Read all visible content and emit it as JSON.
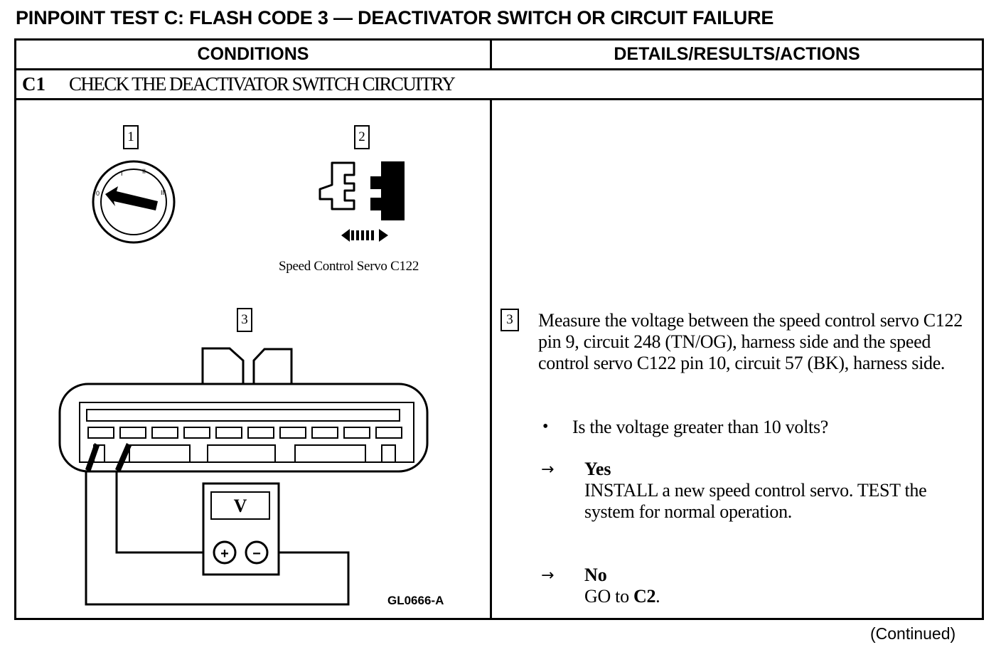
{
  "title": "PINPOINT TEST C:  FLASH CODE 3 — DEACTIVATOR SWITCH OR CIRCUIT FAILURE",
  "table": {
    "col_conditions": "CONDITIONS",
    "col_details": "DETAILS/RESULTS/ACTIONS"
  },
  "step": {
    "number": "C1",
    "title": "CHECK THE DEACTIVATOR SWITCH CIRCUITRY"
  },
  "figure": {
    "callouts": [
      "1",
      "2",
      "3"
    ],
    "ignition_labels": [
      "0",
      "I",
      "II",
      "III"
    ],
    "connector_caption": "Speed Control Servo C122",
    "meter_label": "V",
    "plus": "+",
    "minus": "−",
    "figure_id": "GL0666-A"
  },
  "details": {
    "callout": "3",
    "instruction": "Measure the voltage between the speed control servo C122 pin 9, circuit 248 (TN/OG), harness side and the speed control servo C122 pin 10, circuit 57 (BK), harness side.",
    "bullet": "•",
    "question": "Is the voltage greater than 10 volts?",
    "arrow": "→",
    "yes_label": "Yes",
    "yes_action": "INSTALL a new speed control servo.  TEST the system for normal operation.",
    "no_label": "No",
    "no_action_prefix": "GO to ",
    "no_action_target": "C2",
    "no_action_suffix": "."
  },
  "footer": {
    "continued": "(Continued)"
  }
}
